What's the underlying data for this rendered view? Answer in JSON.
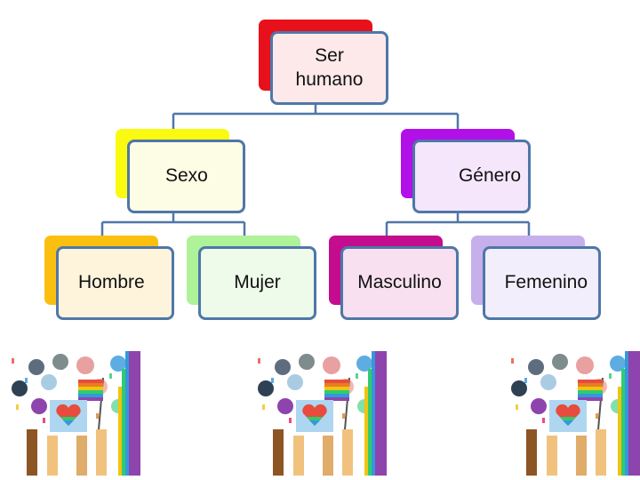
{
  "diagram": {
    "root": {
      "label": "Ser\nhumano",
      "back_color": "#e8101a",
      "front_color": "#fde9ea"
    },
    "level1": [
      {
        "label": "Sexo",
        "back_color": "#fafa10",
        "front_color": "#fdfde6"
      },
      {
        "label": "Género",
        "back_color": "#b210e8",
        "front_color": "#f5e6fb"
      }
    ],
    "level2": [
      {
        "label": "Hombre",
        "back_color": "#fbbf10",
        "front_color": "#fef4dc"
      },
      {
        "label": "Mujer",
        "back_color": "#aef29a",
        "front_color": "#eefbea"
      },
      {
        "label": "Masculino",
        "back_color": "#c40c8e",
        "front_color": "#f8e0f0"
      },
      {
        "label": "Femenino",
        "back_color": "#c6b0ec",
        "front_color": "#f3eefb"
      }
    ],
    "connector_color": "#4f77a8"
  },
  "illustrations": [
    {
      "icon": "pride-rally-illustration"
    },
    {
      "icon": "pride-rally-illustration"
    },
    {
      "icon": "pride-rally-illustration"
    }
  ]
}
